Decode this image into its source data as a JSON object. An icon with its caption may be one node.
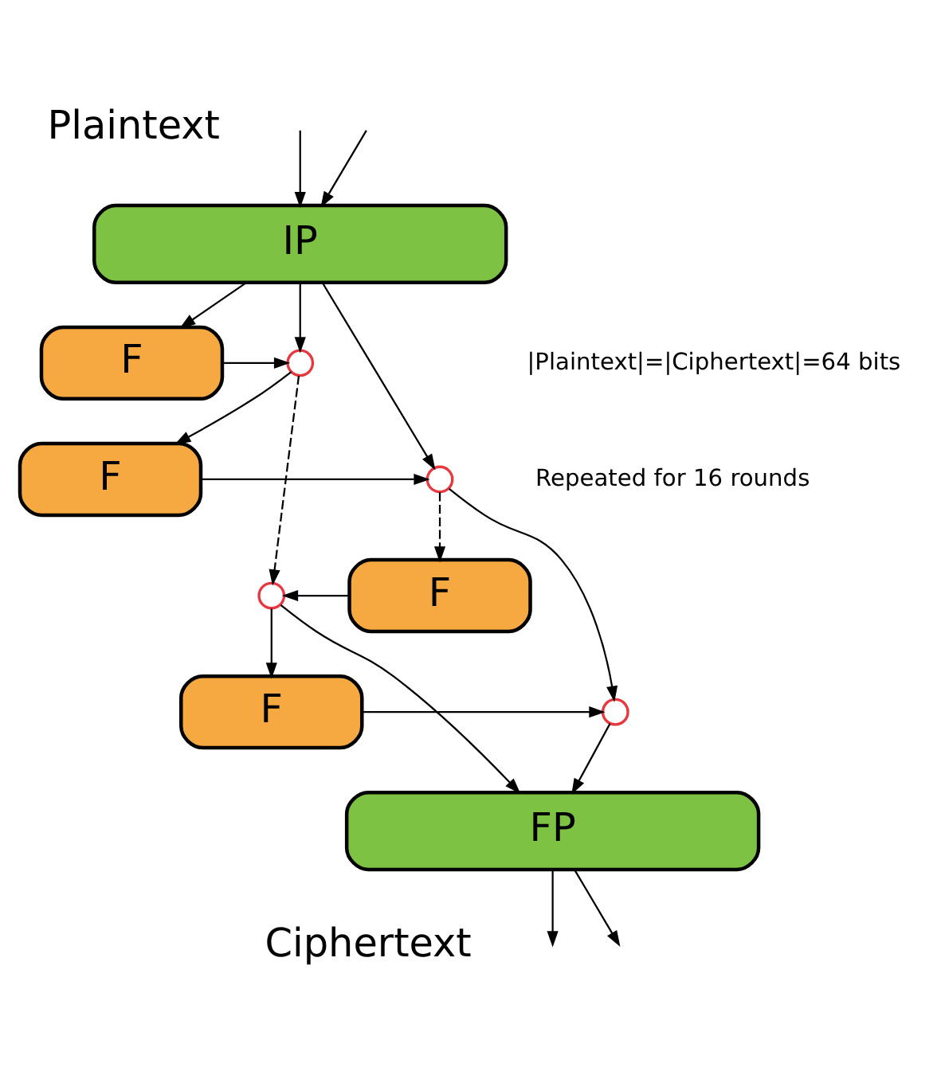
{
  "diagram": {
    "nodes": [
      {
        "text": [
          "IP"
        ],
        "beside": [
          "Plaintext"
        ]
      },
      {
        "text": [
          "F"
        ]
      },
      {
        "text": [],
        "shape": "circle"
      },
      {
        "text": [
          "F"
        ]
      },
      {
        "text": [],
        "shape": "circle"
      },
      {
        "text": [
          "F"
        ]
      },
      {
        "text": [],
        "shape": "circle"
      },
      {
        "text": [
          "F"
        ]
      },
      {
        "text": [],
        "shape": "circle"
      },
      {
        "text": [
          "FP"
        ],
        "beside": [
          "Ciphertext"
        ]
      }
    ],
    "edges": [
      {
        "from": null,
        "to": 0,
        "arrow": "to"
      },
      {
        "from": null,
        "to": 0,
        "arrow": "to"
      },
      {
        "from": 0,
        "to": 2,
        "arrow": "to"
      },
      {
        "from": 0,
        "to": 1,
        "arrow": "to"
      },
      {
        "from": 1,
        "to": 2,
        "arrow": "to"
      },
      {
        "from": 0,
        "to": 4,
        "arrow": "to"
      },
      {
        "from": 2,
        "to": 3,
        "arrow": "to"
      },
      {
        "from": 3,
        "to": 4,
        "arrow": "to"
      },
      {
        "from": 2,
        "to": 6,
        "arrow": "to",
        "style": "dashed"
      },
      {
        "from": 4,
        "to": 5,
        "arrow": "to",
        "style": "dashed"
      },
      {
        "from": 5,
        "to": 6,
        "arrow": "to"
      },
      {
        "from": 4,
        "to": 8,
        "arrow": "to"
      },
      {
        "from": 6,
        "to": 7,
        "arrow": "to"
      },
      {
        "from": 7,
        "to": 8,
        "arrow": "to"
      },
      {
        "from": 8,
        "to": 9,
        "arrow": "to"
      },
      {
        "from": 6,
        "to": 9,
        "arrow": "to"
      },
      {
        "from": 9,
        "to": null,
        "arrow": "to"
      },
      {
        "from": 9,
        "to": null,
        "arrow": "to"
      }
    ],
    "labels": [
      "|Plaintext|=|Ciphertext|=64 bits",
      "Repeated for 16 rounds"
    ]
  }
}
